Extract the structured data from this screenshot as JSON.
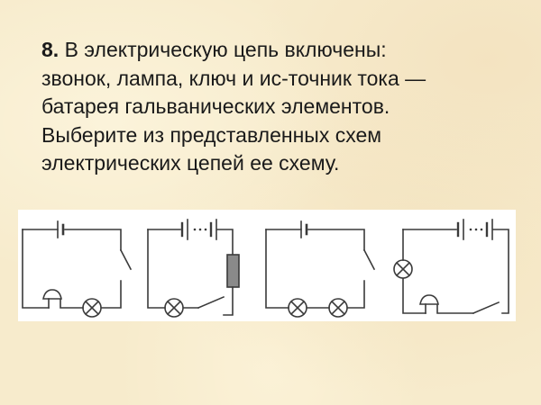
{
  "question": {
    "number": "8.",
    "lines": [
      "В электрическую цепь включены:",
      "звонок, лампа, ключ и ис-точник тока —",
      "батарея гальванических элементов.",
      "Выберите из представленных схем",
      "электрических цепей ее схему."
    ]
  },
  "circuits": [
    {
      "id": 1,
      "components": [
        "single-cell-source",
        "open-switch",
        "bell",
        "lamp"
      ]
    },
    {
      "id": 2,
      "components": [
        "battery-of-cells",
        "resistor",
        "open-switch",
        "lamp"
      ]
    },
    {
      "id": 3,
      "components": [
        "single-cell-source",
        "open-switch",
        "lamp",
        "lamp"
      ]
    },
    {
      "id": 4,
      "components": [
        "battery-of-cells",
        "lamp",
        "bell",
        "open-switch"
      ]
    }
  ],
  "colors": {
    "background": "#f7ebcc",
    "panel": "#ffffff",
    "wire": "#3a3a3a",
    "resistor_fill": "#8a8a8a",
    "text": "#1a1a1a"
  }
}
